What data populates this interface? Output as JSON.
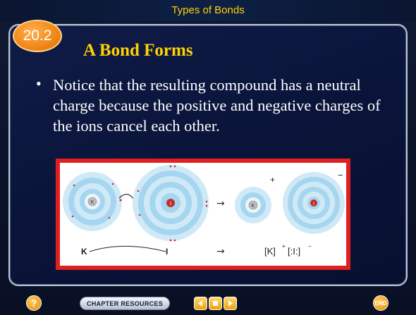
{
  "header": {
    "section_title": "Types of Bonds"
  },
  "slide": {
    "section_number": "20.2",
    "title": "A Bond Forms",
    "bullet": "Notice that the resulting compound has a neutral charge because the positive and negative charges of the ions cancel each other."
  },
  "figure": {
    "atom_k_label": "K",
    "atom_i_label": "I",
    "plus_sign": "+",
    "minus_sign": "−",
    "arrow": "→",
    "eq_left_k": "K",
    "eq_left_i": "I",
    "eq_right": "[K]",
    "eq_right_sup": "+",
    "eq_right_i": "[:I:]",
    "eq_right_i_sup": "−"
  },
  "footer": {
    "help_label": "?",
    "chapter_resources_label": "CHAPTER RESOURCES",
    "end_label": "END"
  },
  "colors": {
    "title_yellow": "#ffd200",
    "badge_orange": "#f28a1a",
    "figure_border": "#e02020",
    "panel_blue": "#0a143a"
  }
}
